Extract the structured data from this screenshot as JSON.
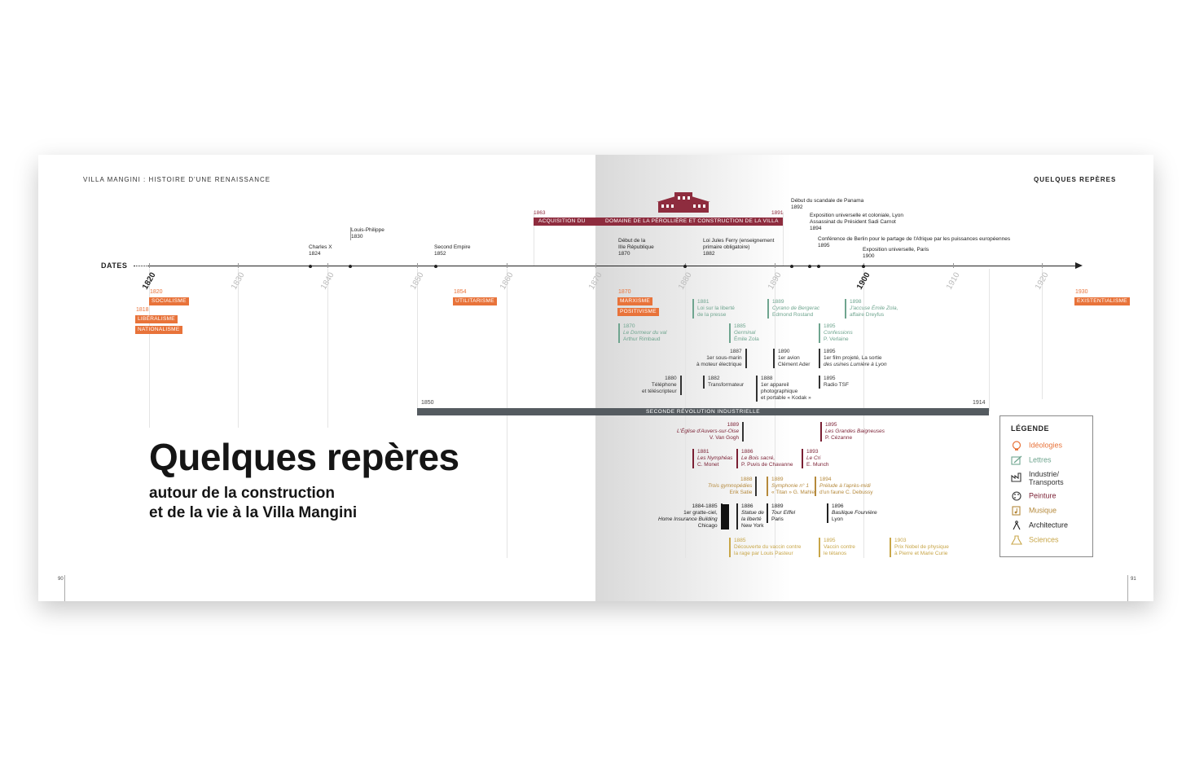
{
  "header": {
    "left": "VILLA MANGINI : HISTOIRE D'UNE RENAISSANCE",
    "right": "QUELQUES REPÈRES"
  },
  "axis": {
    "label": "DATES",
    "decades": [
      "1820",
      "1830",
      "1840",
      "1850",
      "1860",
      "1870",
      "1880",
      "1890",
      "1900",
      "1910",
      "1920"
    ]
  },
  "top_events": {
    "charles": {
      "name": "Charles X",
      "year": "1824"
    },
    "louis": {
      "name": "Louis-Philippe",
      "year": "1830"
    },
    "empire": {
      "name": "Second Empire",
      "year": "1852"
    },
    "republique": {
      "line1": "Début de la",
      "line2": "IIIe République",
      "year": "1870"
    },
    "ferry": {
      "line1": "Loi Jules Ferry (enseignement",
      "line2": "primaire obligatoire)",
      "year": "1882"
    },
    "panama": {
      "name": "Début du scandale de Panama",
      "year": "1892"
    },
    "expo_lyon": {
      "line1": "Exposition universelle et coloniale, Lyon",
      "line2": "Assassinat du Président Sadi Carnot",
      "year": "1894"
    },
    "berlin": {
      "name": "Conférence de Berlin pour le partage de l'Afrique par les puissances européennes",
      "year": "1895"
    },
    "expo_paris": {
      "name": "Exposition universelle, Paris",
      "year": "1900"
    }
  },
  "villa": {
    "start": "1863",
    "end": "1891",
    "label_a": "ACQUISITION DU",
    "label_b": "DOMAINE DE LA PÉROLLIÈRE ET CONSTRUCTION DE LA VILLA"
  },
  "ideologies": {
    "y1820": "1820",
    "socialisme": "SOCIALISME",
    "y1818": "1818",
    "liberalisme": "LIBÉRALISME",
    "nationalisme": "NATIONALISME",
    "y1854": "1854",
    "utilitarisme": "UTILITARISME",
    "y1870": "1870",
    "marxisme": "MARXISME",
    "positivisme": "POSITIVISME",
    "y1930": "1930",
    "existentialisme": "EXISTENTIALISME"
  },
  "lettres": [
    {
      "year": "1870",
      "l1": "Le Dormeur du val",
      "l2": "Arthur Rimbaud"
    },
    {
      "year": "1881",
      "l1": "Loi sur la liberté",
      "l2": "de la presse"
    },
    {
      "year": "1885",
      "l1": "Germinal",
      "l2": "Émile Zola"
    },
    {
      "year": "1889",
      "l1": "Cyrano de Bergerac",
      "l2": "Edmond Rostand"
    },
    {
      "year": "1895",
      "l1": "Confessions",
      "l2": "P. Verlaine"
    },
    {
      "year": "1898",
      "l1": "J'accuse Émile Zola,",
      "l2": "affaire Dreyfus"
    }
  ],
  "industrie": [
    {
      "year": "1880",
      "l1": "Téléphone",
      "l2": "et téléscripteur"
    },
    {
      "year": "1882",
      "l1": "Transformateur",
      "l2": ""
    },
    {
      "year": "1887",
      "l1": "1er sous-marin",
      "l2": "à moteur électrique"
    },
    {
      "year": "1888",
      "l1": "1er appareil",
      "l2": "photographique",
      "l3": "et portable « Kodak »"
    },
    {
      "year": "1890",
      "l1": "1er avion",
      "l2": "Clément Ader"
    },
    {
      "year": "1895",
      "l1": "1er film projeté, La sortie",
      "l2": "des usines Lumière à Lyon"
    },
    {
      "year": "1895",
      "l1": "Radio TSF",
      "l2": ""
    }
  ],
  "revolution": {
    "start": "1850",
    "end": "1914",
    "label": "SECONDE RÉVOLUTION INDUSTRIELLE"
  },
  "peinture": [
    {
      "year": "1889",
      "l1": "L'Église d'Auvers-sur-Oise",
      "l2": "V. Van Gogh"
    },
    {
      "year": "1895",
      "l1": "Les Grandes Baigneuses",
      "l2": "P. Cézanne"
    },
    {
      "year": "1881",
      "l1": "Les Nymphéas",
      "l2": "C. Monet"
    },
    {
      "year": "1886",
      "l1": "Le Bois sacré,",
      "l2": "P. Puvis de Chavanne"
    },
    {
      "year": "1893",
      "l1": "Le Cri",
      "l2": "E. Munch"
    }
  ],
  "musique": [
    {
      "year": "1888",
      "l1": "Trois gymnopédies",
      "l2": "Erik Satie"
    },
    {
      "year": "1889",
      "l1": "Symphonie n° 1",
      "l2": "« Titan » G. Mahler"
    },
    {
      "year": "1894",
      "l1": "Prélude à l'après-midi",
      "l2": "d'un faune C. Debussy"
    }
  ],
  "architecture": [
    {
      "year": "1884-1885",
      "l1": "1er gratte-ciel,",
      "l2": "Home Insurance Building",
      "l3": "Chicago"
    },
    {
      "year": "1886",
      "l1": "Statue de",
      "l2": "la liberté",
      "l3": "New York"
    },
    {
      "year": "1889",
      "l1": "Tour Eiffel",
      "l2": "Paris"
    },
    {
      "year": "1896",
      "l1": "Basilique Fourvière",
      "l2": "Lyon"
    }
  ],
  "sciences": [
    {
      "year": "1885",
      "l1": "Découverte du vaccin contre",
      "l2": "la rage par Louis Pasteur"
    },
    {
      "year": "1895",
      "l1": "Vaccin contre",
      "l2": "le tétanos"
    },
    {
      "year": "1903",
      "l1": "Prix Nobel de physique",
      "l2": "à Pierre et Marie Curie"
    }
  ],
  "title": {
    "main": "Quelques repères",
    "sub1": "autour de la construction",
    "sub2": "et de la vie à la Villa Mangini"
  },
  "legend": {
    "title": "LÉGENDE",
    "items": [
      "Idéologies",
      "Lettres",
      "Industrie/",
      "Transports",
      "Peinture",
      "Musique",
      "Architecture",
      "Sciences"
    ]
  },
  "colors": {
    "ideologies": "#e8733a",
    "lettres": "#6fa58f",
    "industrie": "#333333",
    "peinture": "#7a1f33",
    "musique": "#b5893b",
    "architecture": "#222222",
    "sciences": "#c8a648",
    "villa": "#8e2c3e",
    "revolution": "#555b60"
  },
  "pages": {
    "left": "90",
    "right": "91"
  }
}
